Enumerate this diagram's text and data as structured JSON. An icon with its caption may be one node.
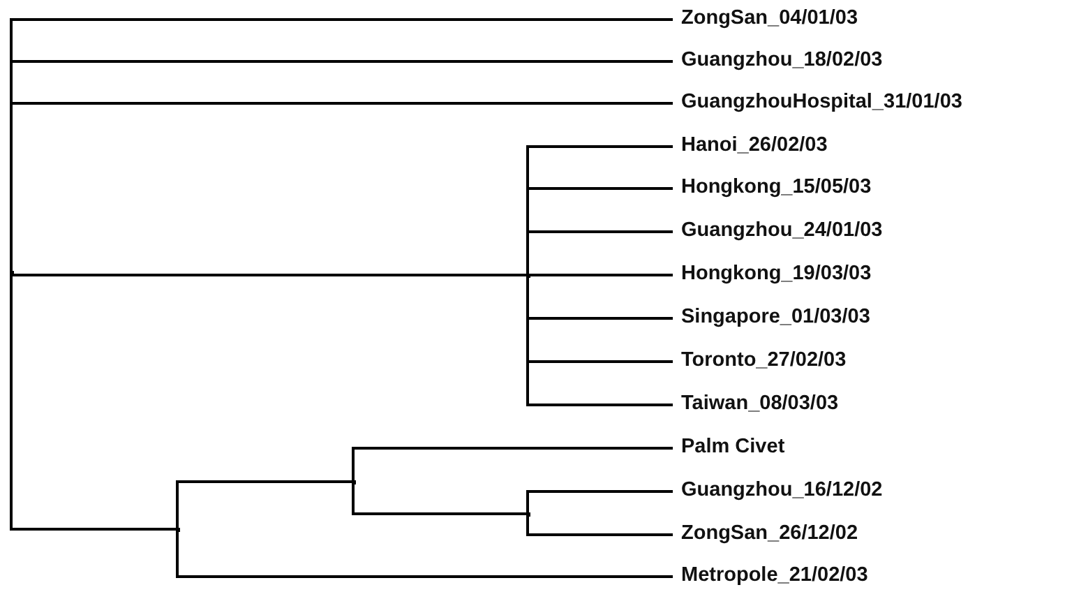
{
  "diagram": {
    "nodes": [
      {
        "text": [
          "ZongSan_04/01/03"
        ]
      },
      {
        "text": [
          "Guangzhou_18/02/03"
        ]
      },
      {
        "text": [
          "GuangzhouHospital_31/01/03"
        ]
      },
      {
        "text": [
          "Hanoi_26/02/03"
        ]
      },
      {
        "text": [
          "Hongkong_15/05/03"
        ]
      },
      {
        "text": [
          "Guangzhou_24/01/03"
        ]
      },
      {
        "text": [
          "Hongkong_19/03/03"
        ]
      },
      {
        "text": [
          "Singapore_01/03/03"
        ]
      },
      {
        "text": [
          "Toronto_27/02/03"
        ]
      },
      {
        "text": [
          "Taiwan_08/03/03"
        ]
      },
      {
        "text": [
          "Palm Civet"
        ]
      },
      {
        "text": [
          "Guangzhou_16/12/02"
        ]
      },
      {
        "text": [
          "ZongSan_26/12/02"
        ]
      },
      {
        "text": [
          "Metropole_21/02/03"
        ]
      },
      {
        "text": [],
        "shape": "point"
      },
      {
        "text": [],
        "shape": "point"
      },
      {
        "text": [],
        "shape": "point"
      },
      {
        "text": [],
        "shape": "point"
      },
      {
        "text": [],
        "shape": "point"
      }
    ],
    "edges": [
      {
        "from": 14,
        "to": 0,
        "arrow": "none"
      },
      {
        "from": 14,
        "to": 1,
        "arrow": "none"
      },
      {
        "from": 14,
        "to": 2,
        "arrow": "none"
      },
      {
        "from": 14,
        "to": 15,
        "arrow": "none"
      },
      {
        "from": 14,
        "to": 16,
        "arrow": "none"
      },
      {
        "from": 15,
        "to": 3,
        "arrow": "none"
      },
      {
        "from": 15,
        "to": 4,
        "arrow": "none"
      },
      {
        "from": 15,
        "to": 5,
        "arrow": "none"
      },
      {
        "from": 15,
        "to": 6,
        "arrow": "none"
      },
      {
        "from": 15,
        "to": 7,
        "arrow": "none"
      },
      {
        "from": 15,
        "to": 8,
        "arrow": "none"
      },
      {
        "from": 15,
        "to": 9,
        "arrow": "none"
      },
      {
        "from": 16,
        "to": 17,
        "arrow": "none"
      },
      {
        "from": 16,
        "to": 13,
        "arrow": "none"
      },
      {
        "from": 17,
        "to": 10,
        "arrow": "none"
      },
      {
        "from": 17,
        "to": 18,
        "arrow": "none"
      },
      {
        "from": 18,
        "to": 11,
        "arrow": "none"
      },
      {
        "from": 18,
        "to": 12,
        "arrow": "none"
      }
    ]
  }
}
